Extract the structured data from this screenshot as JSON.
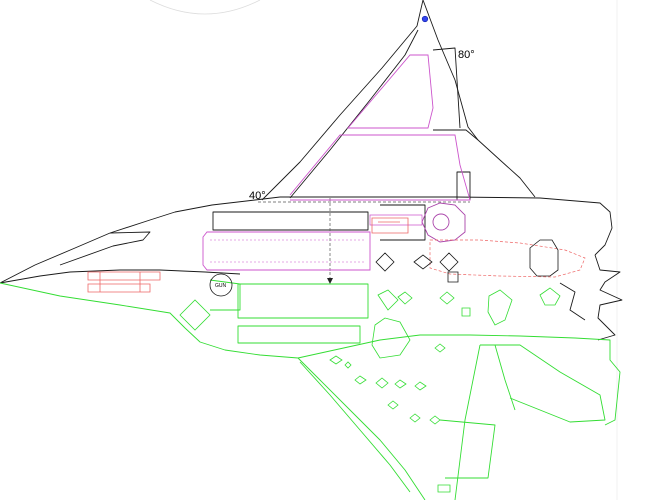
{
  "drawing": {
    "angle_labels": {
      "outer": "80°",
      "inner": "40°"
    },
    "gun_label": "GUN"
  },
  "colors": {
    "top_view": "#1a1a1a",
    "bottom_view": "#33dd33",
    "internal": "#cc55cc",
    "hardware": "#ee6666",
    "marker": "#3344ee",
    "gridline": "#dddddd"
  }
}
